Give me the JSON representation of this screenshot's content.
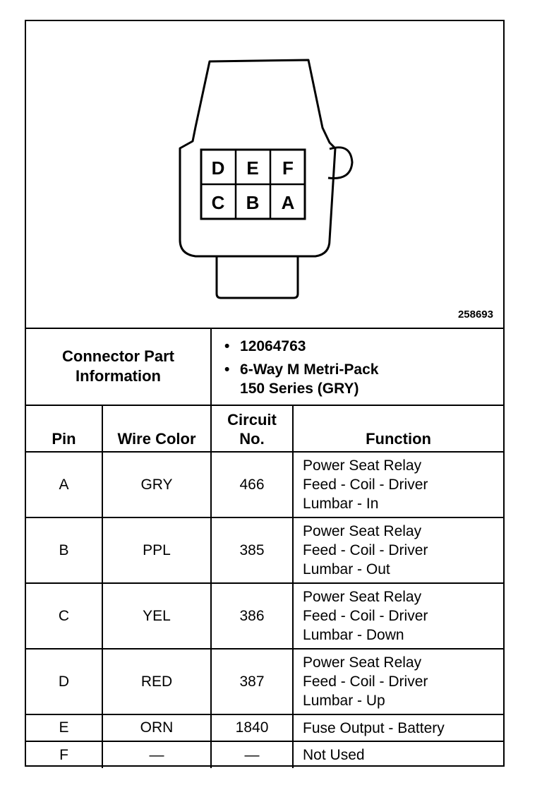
{
  "figure_number": "258693",
  "connector_pins": {
    "top_row": [
      "D",
      "E",
      "F"
    ],
    "bottom_row": [
      "C",
      "B",
      "A"
    ]
  },
  "connector_info": {
    "label_line1": "Connector Part",
    "label_line2": "Information",
    "items": [
      {
        "bullet": "•",
        "lines": [
          "12064763"
        ]
      },
      {
        "bullet": "•",
        "lines": [
          "6-Way M Metri-Pack",
          "150 Series (GRY)"
        ]
      }
    ]
  },
  "columns": {
    "pin": "Pin",
    "wire_color": "Wire Color",
    "circuit_line1": "Circuit",
    "circuit_line2": "No.",
    "function": "Function"
  },
  "rows": [
    {
      "pin": "A",
      "wire_color": "GRY",
      "circuit": "466",
      "function": [
        "Power Seat Relay",
        "Feed - Coil - Driver",
        "Lumbar - In"
      ]
    },
    {
      "pin": "B",
      "wire_color": "PPL",
      "circuit": "385",
      "function": [
        "Power Seat Relay",
        "Feed - Coil - Driver",
        "Lumbar - Out"
      ]
    },
    {
      "pin": "C",
      "wire_color": "YEL",
      "circuit": "386",
      "function": [
        "Power Seat Relay",
        "Feed - Coil - Driver",
        "Lumbar - Down"
      ]
    },
    {
      "pin": "D",
      "wire_color": "RED",
      "circuit": "387",
      "function": [
        "Power Seat Relay",
        "Feed - Coil - Driver",
        "Lumbar - Up"
      ]
    },
    {
      "pin": "E",
      "wire_color": "ORN",
      "circuit": "1840",
      "function": [
        "Fuse Output - Battery"
      ]
    },
    {
      "pin": "F",
      "wire_color": "—",
      "circuit": "—",
      "function": [
        "Not Used"
      ]
    }
  ]
}
